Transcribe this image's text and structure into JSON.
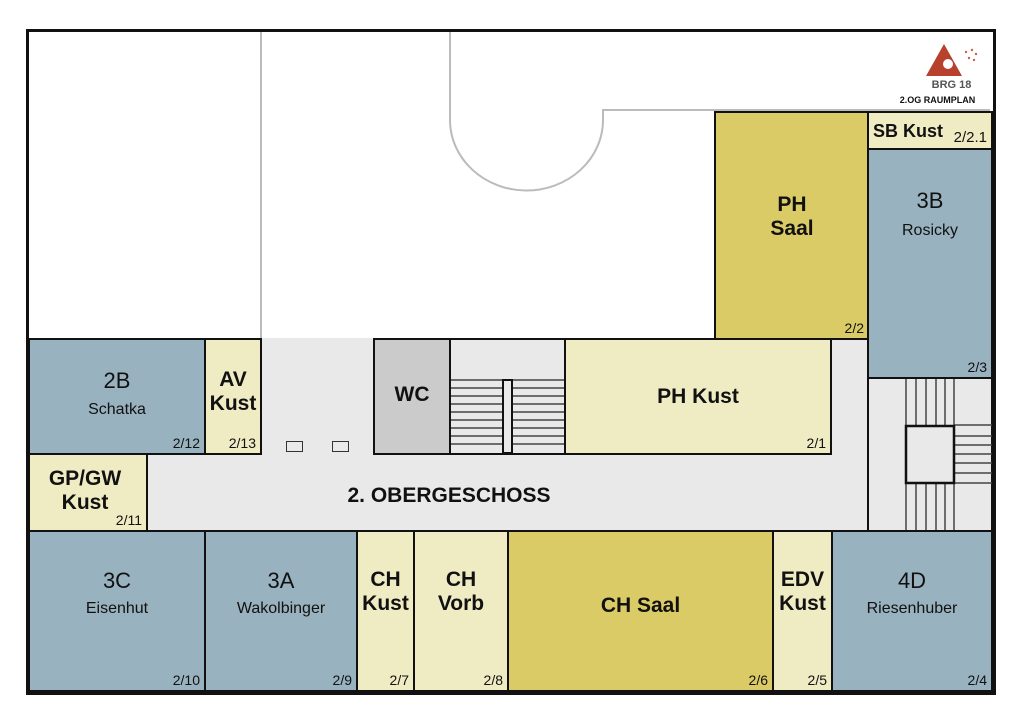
{
  "logo": {
    "text": "BRG 18",
    "subtitle": "2.OG RAUMPLAN"
  },
  "corridor_label": "2. OBERGESCHOSS",
  "rooms": {
    "ph_saal": {
      "name": "PH\nSaal",
      "number": "2/2"
    },
    "sb_kust": {
      "name": "SB Kust",
      "number": "2/2.1"
    },
    "r3b": {
      "name": "3B",
      "teacher": "Rosicky",
      "number": "2/3"
    },
    "r2b": {
      "name": "2B",
      "teacher": "Schatka",
      "number": "2/12"
    },
    "av_kust": {
      "name": "AV\nKust",
      "number": "2/13"
    },
    "wc": {
      "name": "WC"
    },
    "ph_kust": {
      "name": "PH Kust",
      "number": "2/1"
    },
    "gpgw_kust": {
      "name": "GP/GW\nKust",
      "number": "2/11"
    },
    "r3c": {
      "name": "3C",
      "teacher": "Eisenhut",
      "number": "2/10"
    },
    "r3a": {
      "name": "3A",
      "teacher": "Wakolbinger",
      "number": "2/9"
    },
    "ch_kust": {
      "name": "CH\nKust",
      "number": "2/7"
    },
    "ch_vorb": {
      "name": "CH\nVorb",
      "number": "2/8"
    },
    "ch_saal": {
      "name": "CH Saal",
      "number": "2/6"
    },
    "edv_kust": {
      "name": "EDV\nKust",
      "number": "2/5"
    },
    "r4d": {
      "name": "4D",
      "teacher": "Riesenhuber",
      "number": "2/4"
    }
  },
  "colors": {
    "classroom": "#98b2bf",
    "lab": "#dbcb66",
    "storage": "#efebc3",
    "corridor": "#e9e9e9",
    "wc": "#cbcbcb"
  }
}
